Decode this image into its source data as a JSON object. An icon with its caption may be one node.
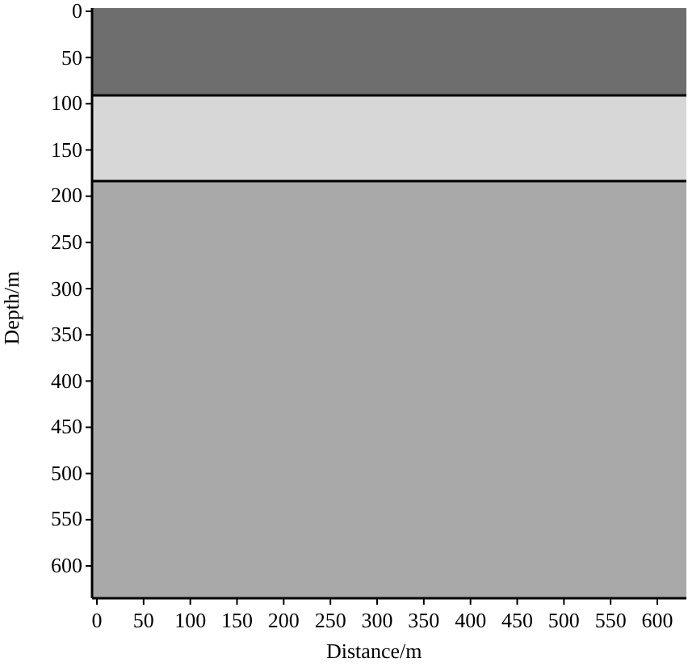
{
  "diagram": {
    "labels": [
      "0",
      "50",
      "100",
      "150",
      "200",
      "250",
      "300",
      "350",
      "400",
      "450",
      "500",
      "550",
      "600",
      "Depth/m",
      "0",
      "50",
      "100",
      "150",
      "200",
      "250",
      "300",
      "350",
      "400",
      "450",
      "500",
      "550",
      "600",
      "Distance/m"
    ]
  }
}
